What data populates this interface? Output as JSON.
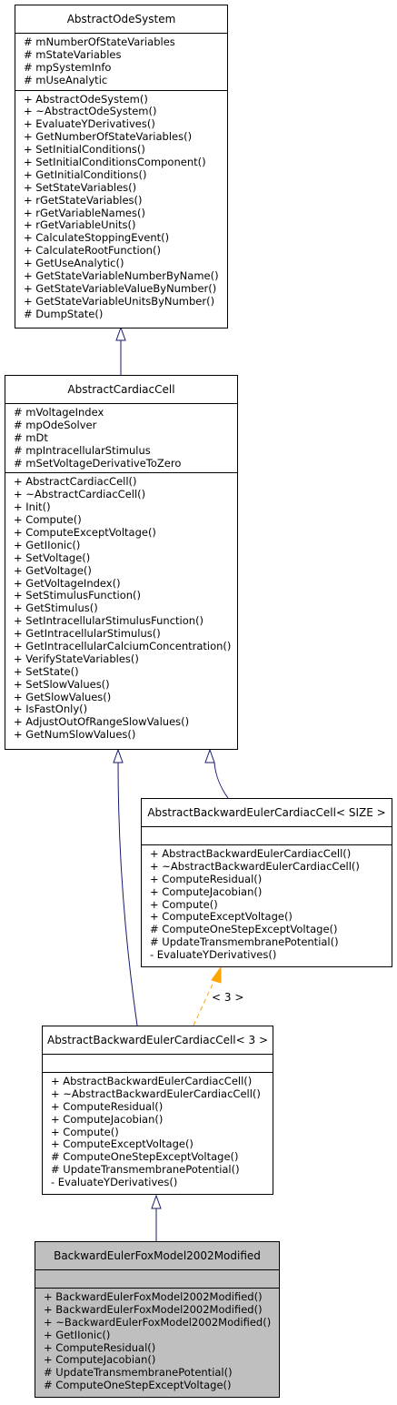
{
  "classes": {
    "abstract_ode_system": {
      "name": "AbstractOdeSystem",
      "attributes": [
        "# mNumberOfStateVariables",
        "# mStateVariables",
        "# mpSystemInfo",
        "# mUseAnalytic"
      ],
      "methods": [
        "+ AbstractOdeSystem()",
        "+ ~AbstractOdeSystem()",
        "+ EvaluateYDerivatives()",
        "+ GetNumberOfStateVariables()",
        "+ SetInitialConditions()",
        "+ SetInitialConditionsComponent()",
        "+ GetInitialConditions()",
        "+ SetStateVariables()",
        "+ rGetStateVariables()",
        "+ rGetVariableNames()",
        "+ rGetVariableUnits()",
        "+ CalculateStoppingEvent()",
        "+ CalculateRootFunction()",
        "+ GetUseAnalytic()",
        "+ GetStateVariableNumberByName()",
        "+ GetStateVariableValueByNumber()",
        "+ GetStateVariableUnitsByNumber()",
        "# DumpState()"
      ]
    },
    "abstract_cardiac_cell": {
      "name": "AbstractCardiacCell",
      "attributes": [
        "# mVoltageIndex",
        "# mpOdeSolver",
        "# mDt",
        "# mpIntracellularStimulus",
        "# mSetVoltageDerivativeToZero"
      ],
      "methods": [
        "+ AbstractCardiacCell()",
        "+ ~AbstractCardiacCell()",
        "+ Init()",
        "+ Compute()",
        "+ ComputeExceptVoltage()",
        "+ GetIIonic()",
        "+ SetVoltage()",
        "+ GetVoltage()",
        "+ GetVoltageIndex()",
        "+ SetStimulusFunction()",
        "+ GetStimulus()",
        "+ SetIntracellularStimulusFunction()",
        "+ GetIntracellularStimulus()",
        "+ GetIntracellularCalciumConcentration()",
        "+ VerifyStateVariables()",
        "+ SetState()",
        "+ SetSlowValues()",
        "+ GetSlowValues()",
        "+ IsFastOnly()",
        "+ AdjustOutOfRangeSlowValues()",
        "+ GetNumSlowValues()"
      ]
    },
    "abstract_be_size": {
      "name": "AbstractBackwardEulerCardiacCell< SIZE >",
      "attributes": [],
      "methods": [
        "+ AbstractBackwardEulerCardiacCell()",
        "+ ~AbstractBackwardEulerCardiacCell()",
        "+ ComputeResidual()",
        "+ ComputeJacobian()",
        "+ Compute()",
        "+ ComputeExceptVoltage()",
        "# ComputeOneStepExceptVoltage()",
        "# UpdateTransmembranePotential()",
        "- EvaluateYDerivatives()"
      ]
    },
    "abstract_be_3": {
      "name": "AbstractBackwardEulerCardiacCell< 3 >",
      "attributes": [],
      "methods": [
        "+ AbstractBackwardEulerCardiacCell()",
        "+ ~AbstractBackwardEulerCardiacCell()",
        "+ ComputeResidual()",
        "+ ComputeJacobian()",
        "+ Compute()",
        "+ ComputeExceptVoltage()",
        "# ComputeOneStepExceptVoltage()",
        "# UpdateTransmembranePotential()",
        "- EvaluateYDerivatives()"
      ]
    },
    "fox_model": {
      "name": "BackwardEulerFoxModel2002Modified",
      "attributes": [],
      "methods": [
        "+ BackwardEulerFoxModel2002Modified()",
        "+ BackwardEulerFoxModel2002Modified()",
        "+ ~BackwardEulerFoxModel2002Modified()",
        "+ GetIIonic()",
        "+ ComputeResidual()",
        "+ ComputeJacobian()",
        "# UpdateTransmembranePotential()",
        "# ComputeOneStepExceptVoltage()"
      ]
    }
  },
  "edges": {
    "template_label": "< 3 >",
    "inherit_color": "#191970",
    "template_color": "#ffa500"
  }
}
